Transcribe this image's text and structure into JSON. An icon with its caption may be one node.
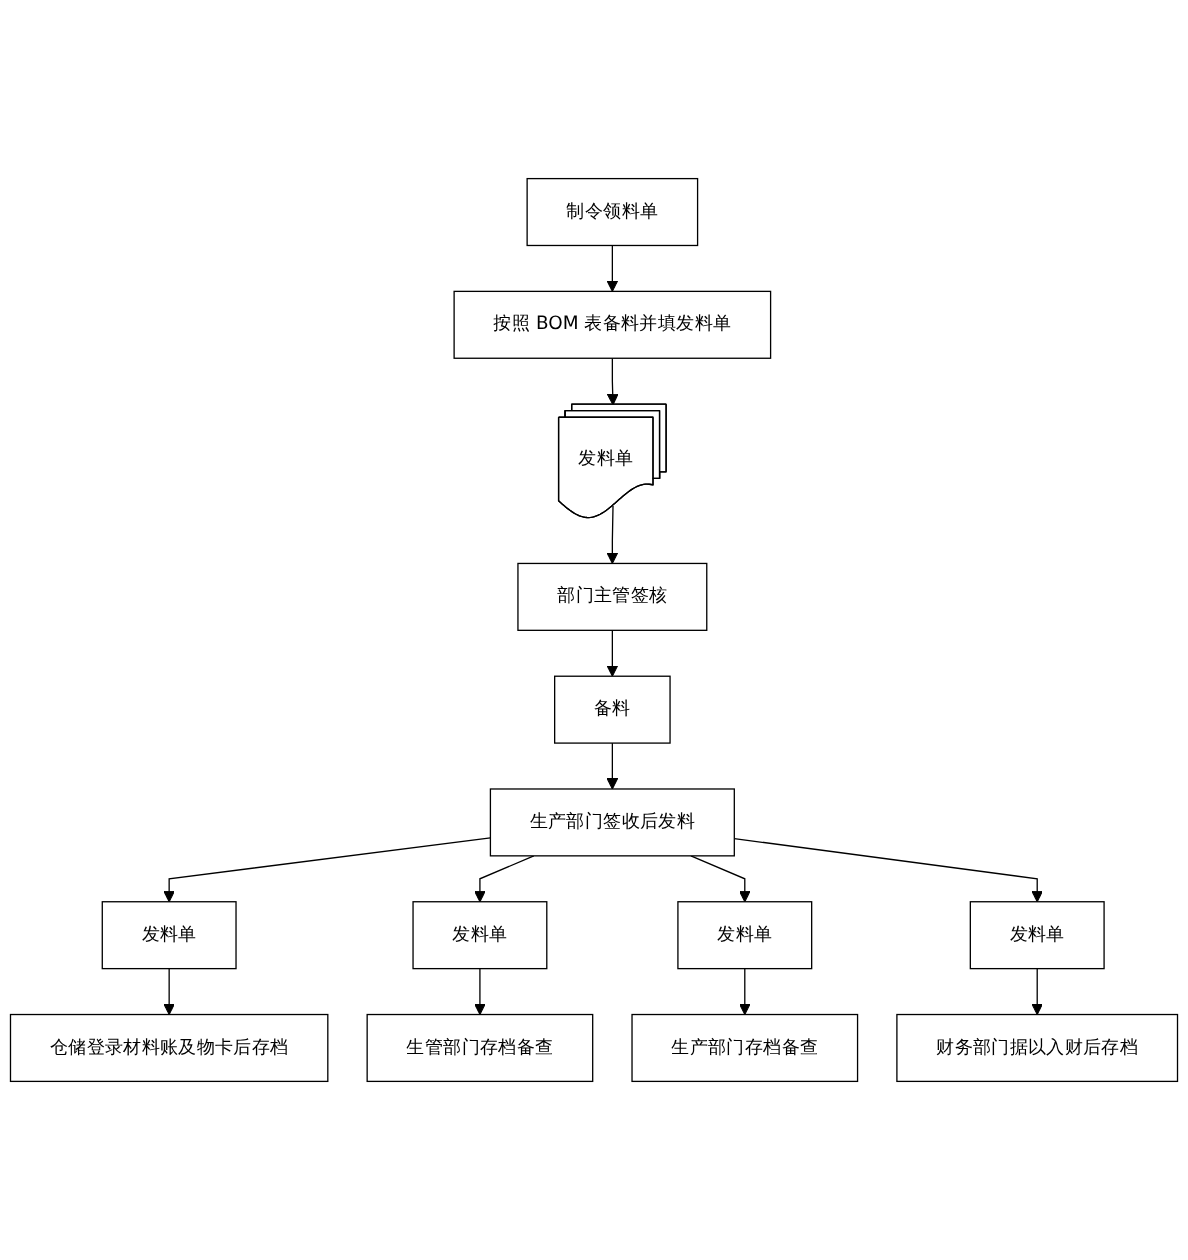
{
  "diagram": {
    "nodes": [
      {
        "text": [
          "制令领料单"
        ]
      },
      {
        "text": [
          "按照 BOM 表备料并填发料单"
        ]
      },
      {
        "text": [
          "发料单"
        ]
      },
      {
        "text": [
          "部门主管签核"
        ]
      },
      {
        "text": [
          "备料"
        ]
      },
      {
        "text": [
          "生产部门签收后发料"
        ]
      },
      {
        "text": [
          "发料单"
        ]
      },
      {
        "text": [
          "发料单"
        ]
      },
      {
        "text": [
          "发料单"
        ]
      },
      {
        "text": [
          "发料单"
        ]
      },
      {
        "text": [
          "仓储登录材料账及物卡后存档"
        ]
      },
      {
        "text": [
          "生管部门存档备查"
        ]
      },
      {
        "text": [
          "生产部门存档备查"
        ]
      },
      {
        "text": [
          "财务部门据以入财后存档"
        ]
      }
    ],
    "edges": [
      {
        "from": 0,
        "to": 1,
        "arrow": "to"
      },
      {
        "from": 1,
        "to": 2,
        "arrow": "to"
      },
      {
        "from": 2,
        "to": 3,
        "arrow": "to"
      },
      {
        "from": 3,
        "to": 4,
        "arrow": "to"
      },
      {
        "from": 4,
        "to": 5,
        "arrow": "to"
      },
      {
        "from": 5,
        "to": 6,
        "arrow": "to"
      },
      {
        "from": 5,
        "to": 7,
        "arrow": "to"
      },
      {
        "from": 5,
        "to": 8,
        "arrow": "to"
      },
      {
        "from": 5,
        "to": 9,
        "arrow": "to"
      },
      {
        "from": 6,
        "to": 10,
        "arrow": "to"
      },
      {
        "from": 7,
        "to": 11,
        "arrow": "to"
      },
      {
        "from": 8,
        "to": 12,
        "arrow": "to"
      },
      {
        "from": 9,
        "to": 13,
        "arrow": "to"
      }
    ]
  }
}
